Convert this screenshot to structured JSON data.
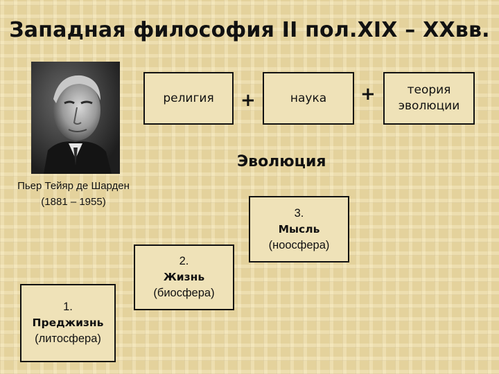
{
  "title": "Западная философия II пол.XIX – XXвв.",
  "photo": {
    "caption_name": "Пьер Тейяр де Шарден",
    "caption_years": "(1881 – 1955)"
  },
  "formula": {
    "term1": "религия",
    "plus1": "+",
    "term2": "наука",
    "plus2": "+",
    "term3_line1": "теория",
    "term3_line2": "эволюции"
  },
  "evolution_label": "Эволюция",
  "stages": [
    {
      "number": "1.",
      "name": "Преджизнь",
      "sphere": "(литосфера)"
    },
    {
      "number": "2.",
      "name": "Жизнь",
      "sphere": "(биосфера)"
    },
    {
      "number": "3.",
      "name": "Мысль",
      "sphere": "(ноосфера)"
    }
  ]
}
